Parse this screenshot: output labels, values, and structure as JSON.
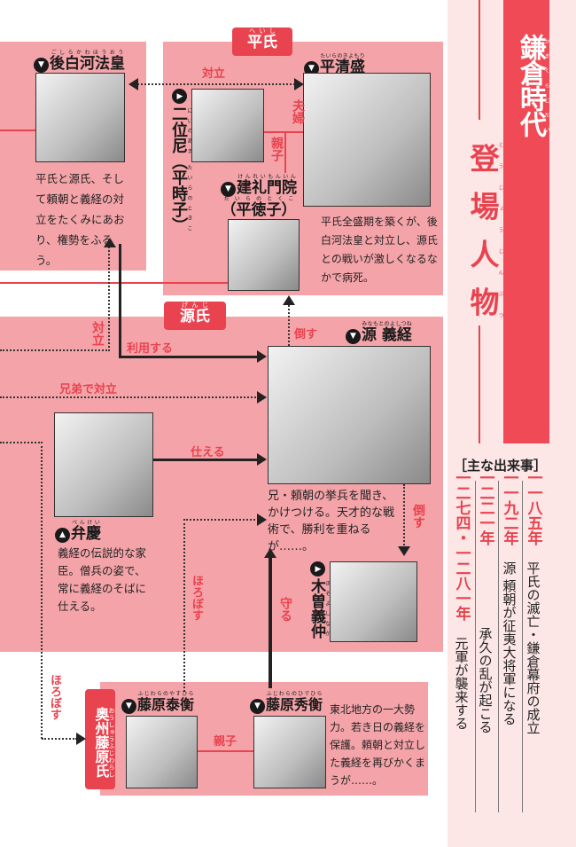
{
  "groups": {
    "heishi": {
      "label": "平氏",
      "ruby": "へいし"
    },
    "genji": {
      "label": "源氏",
      "ruby": "げんじ"
    },
    "oshu": {
      "label": "奥州藤原氏",
      "ruby": "おうしゅうふじわらし"
    }
  },
  "characters": {
    "goshirakawa": {
      "name": "後白河法皇",
      "ruby": "ごしらかわほうおう",
      "desc": "平氏と源氏、そして頼朝と義経の対立をたくみにあおり、権勢をふるう。"
    },
    "kiyomori": {
      "name": "平清盛",
      "ruby": "たいらのきよもり",
      "desc": "平氏全盛期を築くが、後白河法皇と対立し、源氏との戦いが激しくなるなかで病死。"
    },
    "niinoama": {
      "name": "二位尼（平時子）",
      "ruby": "にいのあま たいらのときこ"
    },
    "kenreimonin": {
      "name": "建礼門院",
      "name2": "（平徳子）",
      "ruby": "けんれいもんいん",
      "ruby2": "たいらのとくこ"
    },
    "yoshitsune": {
      "name": "源 義経",
      "ruby": "みなもとのよしつね",
      "desc": "兄・頼朝の挙兵を聞き、かけつける。天才的な戦術で、勝利を重ねるが……。"
    },
    "benkei": {
      "name": "弁慶",
      "ruby": "べんけい",
      "desc": "義経の伝説的な家臣。僧兵の姿で、常に義経のそばに仕える。"
    },
    "kiso": {
      "name": "木曽義仲",
      "ruby": "きそよしなか"
    },
    "yasuhira": {
      "name": "藤原泰衡",
      "ruby": "ふじわらのやすひら"
    },
    "hidehira": {
      "name": "藤原秀衡",
      "ruby": "ふじわらのひでひら",
      "desc": "東北地方の一大勢力。若き日の義経を保護。頼朝と対立した義経を再びかくまうが……。"
    }
  },
  "relations": {
    "taiirtsu_top": "対立",
    "fuufu": "夫婦",
    "oyako1": "親子",
    "riyou": "利用する",
    "taiirtsu_left": "対立",
    "kyoudai": "兄弟で対立",
    "tsukaeru": "仕える",
    "taosu_up": "倒す",
    "taosu_down": "倒す",
    "horobosu1": "ほろぼす",
    "horobosu2": "ほろぼす",
    "mamoru": "守る",
    "oyako2": "親子"
  },
  "sidebar": {
    "era": "鎌倉時代",
    "era_ruby": "かまくらじだい",
    "title": "登場人物",
    "title_ruby": "とうじょうじんぶつ",
    "events_header": "［主な出来事］",
    "events": [
      {
        "year": "一一八五年",
        "text": "平氏の滅亡・鎌倉幕府の成立"
      },
      {
        "year": "一一九二年",
        "text": "源 頼朝が征夷大将軍になる"
      },
      {
        "year": "一二二一年",
        "text": "承久の乱が起こる"
      },
      {
        "year": "一二七四・一二八一年",
        "text": "元軍が襲来する"
      }
    ]
  },
  "colors": {
    "box": "#f4a4a9",
    "accent": "#e8434f",
    "sidebar_bg": "#fde6e6"
  }
}
